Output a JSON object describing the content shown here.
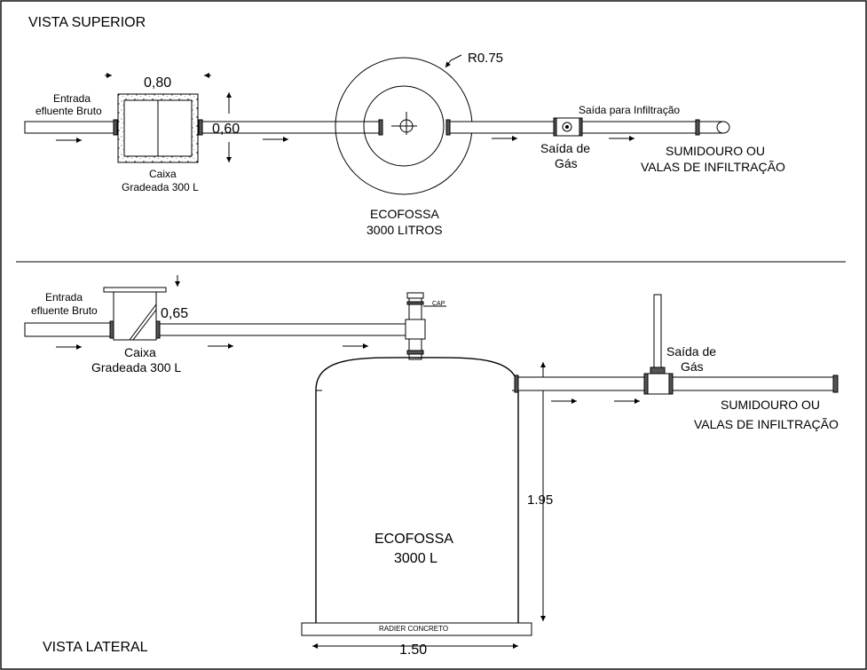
{
  "top_view": {
    "title": "VISTA SUPERIOR",
    "inlet_label_1": "Entrada",
    "inlet_label_2": "efluente Bruto",
    "box_width": "0,80",
    "box_depth": "0,60",
    "box_label_1": "Caixa",
    "box_label_2": "Gradeada 300 L",
    "tank_radius": "R0.75",
    "tank_label_1": "ECOFOSSA",
    "tank_label_2": "3000 LITROS",
    "outlet_label": "Saída para Infiltração",
    "gas_label_1": "Saída de",
    "gas_label_2": "Gás",
    "dest_label_1": "SUMIDOURO OU",
    "dest_label_2": "VALAS DE INFILTRAÇÃO"
  },
  "side_view": {
    "title": "VISTA LATERAL",
    "inlet_label_1": "Entrada",
    "inlet_label_2": "efluente Bruto",
    "box_height": "0,65",
    "box_label_1": "Caixa",
    "box_label_2": "Gradeada 300 L",
    "cap_label": "CAP",
    "tank_label_1": "ECOFOSSA",
    "tank_label_2": "3000 L",
    "tank_height": "1.95",
    "tank_width": "1.50",
    "base_label": "RADIER CONCRETO",
    "gas_label_1": "Saída de",
    "gas_label_2": "Gás",
    "dest_label_1": "SUMIDOURO OU",
    "dest_label_2": "VALAS DE INFILTRAÇÃO"
  }
}
